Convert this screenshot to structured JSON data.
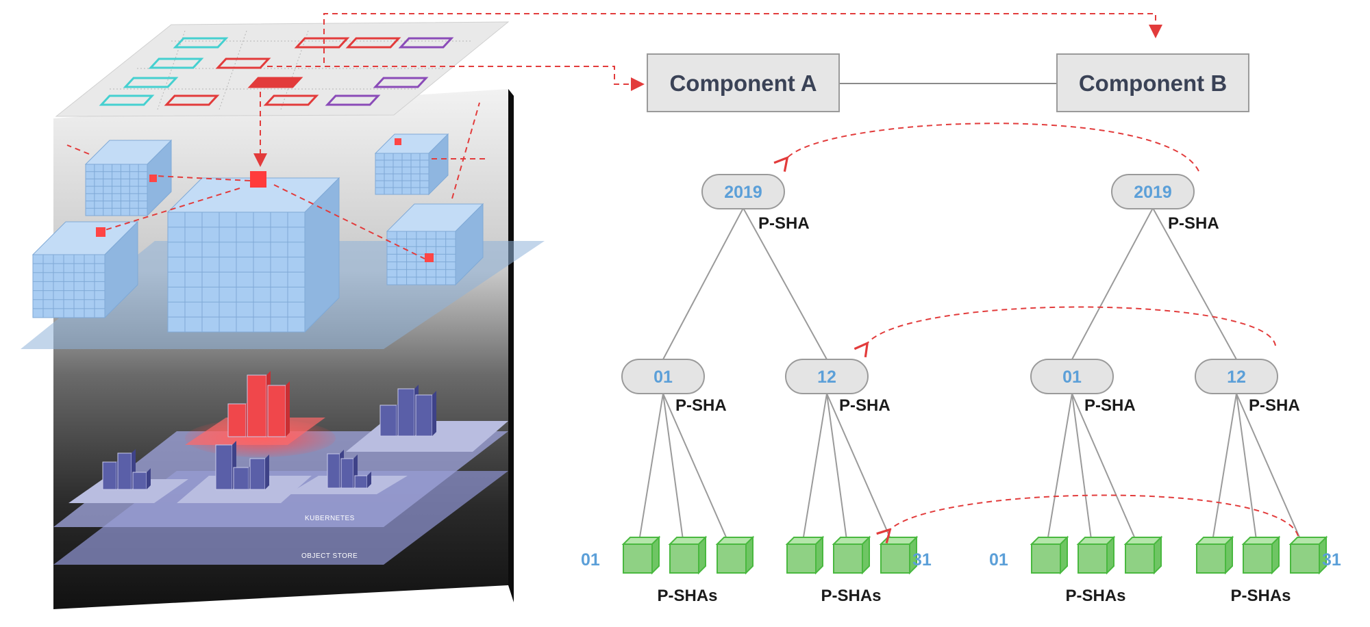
{
  "colors": {
    "accent_red": "#e23b3b",
    "node_fill": "#e4e4e4",
    "node_text": "#5b9fd8",
    "leaf_green": "#8fd184",
    "component_fill": "#e6e6e6",
    "component_text": "#3a4256",
    "cube_blue": "#a8ccf2",
    "bar_purple": "#5a5fa8"
  },
  "components": {
    "a": "Component A",
    "b": "Component B"
  },
  "trees": [
    {
      "root": {
        "label": "2019",
        "psha": "P-SHA"
      },
      "months": [
        {
          "label": "01",
          "psha": "P-SHA",
          "leaves_label": "P-SHAs"
        },
        {
          "label": "12",
          "psha": "P-SHA",
          "leaves_label": "P-SHAs"
        }
      ],
      "leaf_first": "01",
      "leaf_last": "31"
    },
    {
      "root": {
        "label": "2019",
        "psha": "P-SHA"
      },
      "months": [
        {
          "label": "01",
          "psha": "P-SHA",
          "leaves_label": "P-SHAs"
        },
        {
          "label": "12",
          "psha": "P-SHA",
          "leaves_label": "P-SHAs"
        }
      ],
      "leaf_first": "01",
      "leaf_last": "31"
    }
  ],
  "illustration": {
    "layer_kubernetes": "KUBERNETES",
    "layer_object_store": "OBJECT STORE",
    "icons": [
      "grid-plane-icon",
      "data-cube-icon",
      "bar-chart-icon"
    ]
  }
}
